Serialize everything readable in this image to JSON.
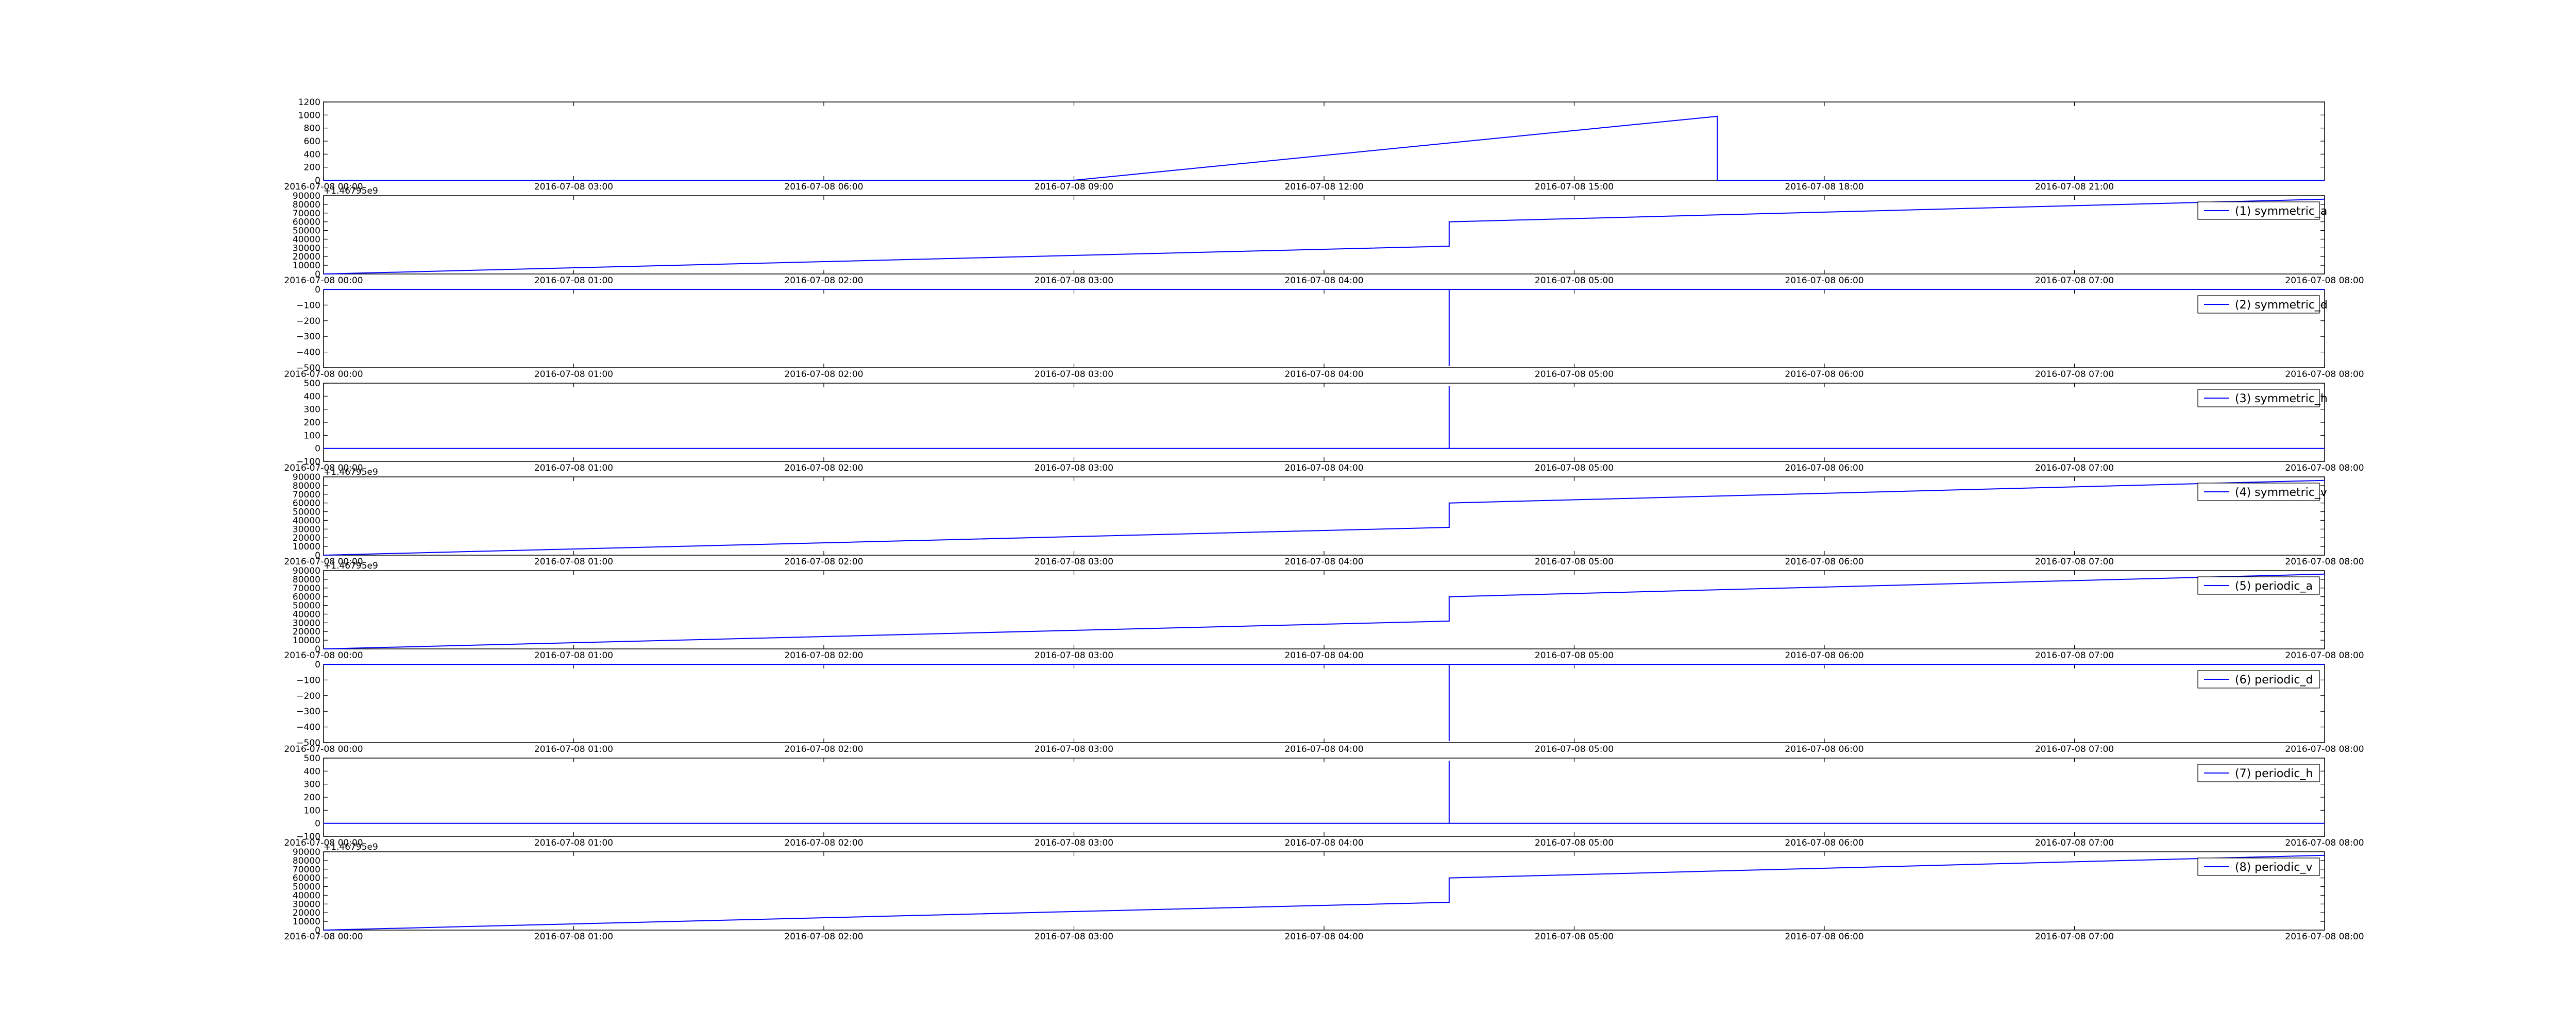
{
  "figure": {
    "background": "#ffffff",
    "line_color": "#0000ff",
    "axes_count": 9
  },
  "chart_data": [
    {
      "type": "line",
      "xlim": [
        "2016-07-08 00:00",
        "2016-07-09 00:00"
      ],
      "xticks": [
        "2016-07-08 00:00",
        "2016-07-08 03:00",
        "2016-07-08 06:00",
        "2016-07-08 09:00",
        "2016-07-08 12:00",
        "2016-07-08 15:00",
        "2016-07-08 18:00",
        "2016-07-08 21:00"
      ],
      "ylim": [
        0,
        1200
      ],
      "yticks": [
        "0",
        "200",
        "400",
        "600",
        "800",
        "1000",
        "1200"
      ],
      "grid": false,
      "series": [
        {
          "x": [
            "2016-07-08 00:00",
            "2016-07-08 09:00",
            "2016-07-08 16:43",
            "2016-07-08 16:43",
            "2016-07-09 00:00"
          ],
          "values": [
            0,
            0,
            980,
            0,
            0
          ]
        }
      ]
    },
    {
      "type": "line",
      "xlim": [
        "2016-07-08 00:00",
        "2016-07-08 08:00"
      ],
      "xticks": [
        "2016-07-08 00:00",
        "2016-07-08 01:00",
        "2016-07-08 02:00",
        "2016-07-08 03:00",
        "2016-07-08 04:00",
        "2016-07-08 05:00",
        "2016-07-08 06:00",
        "2016-07-08 07:00",
        "2016-07-08 08:00"
      ],
      "ylim": [
        0,
        90000
      ],
      "yticks": [
        "0",
        "10000",
        "20000",
        "30000",
        "40000",
        "50000",
        "60000",
        "70000",
        "80000",
        "90000"
      ],
      "offset_text": "+1.46795e9",
      "legend": "top-right",
      "grid": false,
      "series": [
        {
          "name": "(1) symmetric_a",
          "x": [
            "2016-07-08 00:00",
            "2016-07-08 04:30",
            "2016-07-08 04:30",
            "2016-07-08 08:00"
          ],
          "values": [
            0,
            32000,
            60000,
            86000
          ]
        }
      ]
    },
    {
      "type": "line",
      "xlim": [
        "2016-07-08 00:00",
        "2016-07-08 08:00"
      ],
      "xticks": [
        "2016-07-08 00:00",
        "2016-07-08 01:00",
        "2016-07-08 02:00",
        "2016-07-08 03:00",
        "2016-07-08 04:00",
        "2016-07-08 05:00",
        "2016-07-08 06:00",
        "2016-07-08 07:00",
        "2016-07-08 08:00"
      ],
      "ylim": [
        -500,
        0
      ],
      "yticks": [
        "−500",
        "−400",
        "−300",
        "−200",
        "−100",
        "0"
      ],
      "legend": "top-right",
      "grid": false,
      "series": [
        {
          "name": "(2) symmetric_d",
          "x": [
            "2016-07-08 00:00",
            "2016-07-08 04:30",
            "2016-07-08 04:30",
            "2016-07-08 04:30",
            "2016-07-08 08:00"
          ],
          "values": [
            0,
            0,
            -490,
            0,
            0
          ]
        }
      ]
    },
    {
      "type": "line",
      "xlim": [
        "2016-07-08 00:00",
        "2016-07-08 08:00"
      ],
      "xticks": [
        "2016-07-08 00:00",
        "2016-07-08 01:00",
        "2016-07-08 02:00",
        "2016-07-08 03:00",
        "2016-07-08 04:00",
        "2016-07-08 05:00",
        "2016-07-08 06:00",
        "2016-07-08 07:00",
        "2016-07-08 08:00"
      ],
      "ylim": [
        -100,
        500
      ],
      "yticks": [
        "−100",
        "0",
        "100",
        "200",
        "300",
        "400",
        "500"
      ],
      "legend": "top-right",
      "grid": false,
      "series": [
        {
          "name": "(3) symmetric_h",
          "x": [
            "2016-07-08 00:00",
            "2016-07-08 04:30",
            "2016-07-08 04:30",
            "2016-07-08 04:30",
            "2016-07-08 08:00"
          ],
          "values": [
            0,
            0,
            480,
            0,
            0
          ]
        }
      ]
    },
    {
      "type": "line",
      "xlim": [
        "2016-07-08 00:00",
        "2016-07-08 08:00"
      ],
      "xticks": [
        "2016-07-08 00:00",
        "2016-07-08 01:00",
        "2016-07-08 02:00",
        "2016-07-08 03:00",
        "2016-07-08 04:00",
        "2016-07-08 05:00",
        "2016-07-08 06:00",
        "2016-07-08 07:00",
        "2016-07-08 08:00"
      ],
      "ylim": [
        0,
        90000
      ],
      "yticks": [
        "0",
        "10000",
        "20000",
        "30000",
        "40000",
        "50000",
        "60000",
        "70000",
        "80000",
        "90000"
      ],
      "offset_text": "+1.46795e9",
      "legend": "top-right",
      "grid": false,
      "series": [
        {
          "name": "(4) symmetric_v",
          "x": [
            "2016-07-08 00:00",
            "2016-07-08 04:30",
            "2016-07-08 04:30",
            "2016-07-08 08:00"
          ],
          "values": [
            0,
            32000,
            60000,
            86000
          ]
        }
      ]
    },
    {
      "type": "line",
      "xlim": [
        "2016-07-08 00:00",
        "2016-07-08 08:00"
      ],
      "xticks": [
        "2016-07-08 00:00",
        "2016-07-08 01:00",
        "2016-07-08 02:00",
        "2016-07-08 03:00",
        "2016-07-08 04:00",
        "2016-07-08 05:00",
        "2016-07-08 06:00",
        "2016-07-08 07:00",
        "2016-07-08 08:00"
      ],
      "ylim": [
        0,
        90000
      ],
      "yticks": [
        "0",
        "10000",
        "20000",
        "30000",
        "40000",
        "50000",
        "60000",
        "70000",
        "80000",
        "90000"
      ],
      "offset_text": "+1.46795e9",
      "legend": "top-right",
      "grid": false,
      "series": [
        {
          "name": "(5) periodic_a",
          "x": [
            "2016-07-08 00:00",
            "2016-07-08 04:30",
            "2016-07-08 04:30",
            "2016-07-08 08:00"
          ],
          "values": [
            0,
            32000,
            60000,
            86000
          ]
        }
      ]
    },
    {
      "type": "line",
      "xlim": [
        "2016-07-08 00:00",
        "2016-07-08 08:00"
      ],
      "xticks": [
        "2016-07-08 00:00",
        "2016-07-08 01:00",
        "2016-07-08 02:00",
        "2016-07-08 03:00",
        "2016-07-08 04:00",
        "2016-07-08 05:00",
        "2016-07-08 06:00",
        "2016-07-08 07:00",
        "2016-07-08 08:00"
      ],
      "ylim": [
        -500,
        0
      ],
      "yticks": [
        "−500",
        "−400",
        "−300",
        "−200",
        "−100",
        "0"
      ],
      "legend": "top-right",
      "grid": false,
      "series": [
        {
          "name": "(6) periodic_d",
          "x": [
            "2016-07-08 00:00",
            "2016-07-08 04:30",
            "2016-07-08 04:30",
            "2016-07-08 04:30",
            "2016-07-08 08:00"
          ],
          "values": [
            0,
            0,
            -490,
            0,
            0
          ]
        }
      ]
    },
    {
      "type": "line",
      "xlim": [
        "2016-07-08 00:00",
        "2016-07-08 08:00"
      ],
      "xticks": [
        "2016-07-08 00:00",
        "2016-07-08 01:00",
        "2016-07-08 02:00",
        "2016-07-08 03:00",
        "2016-07-08 04:00",
        "2016-07-08 05:00",
        "2016-07-08 06:00",
        "2016-07-08 07:00",
        "2016-07-08 08:00"
      ],
      "ylim": [
        -100,
        500
      ],
      "yticks": [
        "−100",
        "0",
        "100",
        "200",
        "300",
        "400",
        "500"
      ],
      "legend": "top-right",
      "grid": false,
      "series": [
        {
          "name": "(7) periodic_h",
          "x": [
            "2016-07-08 00:00",
            "2016-07-08 04:30",
            "2016-07-08 04:30",
            "2016-07-08 04:30",
            "2016-07-08 08:00"
          ],
          "values": [
            0,
            0,
            480,
            0,
            0
          ]
        }
      ]
    },
    {
      "type": "line",
      "xlim": [
        "2016-07-08 00:00",
        "2016-07-08 08:00"
      ],
      "xticks": [
        "2016-07-08 00:00",
        "2016-07-08 01:00",
        "2016-07-08 02:00",
        "2016-07-08 03:00",
        "2016-07-08 04:00",
        "2016-07-08 05:00",
        "2016-07-08 06:00",
        "2016-07-08 07:00",
        "2016-07-08 08:00"
      ],
      "ylim": [
        0,
        90000
      ],
      "yticks": [
        "0",
        "10000",
        "20000",
        "30000",
        "40000",
        "50000",
        "60000",
        "70000",
        "80000",
        "90000"
      ],
      "offset_text": "+1.46795e9",
      "legend": "top-right",
      "grid": false,
      "series": [
        {
          "name": "(8) periodic_v",
          "x": [
            "2016-07-08 00:00",
            "2016-07-08 04:30",
            "2016-07-08 04:30",
            "2016-07-08 08:00"
          ],
          "values": [
            0,
            32000,
            60000,
            86000
          ]
        }
      ]
    }
  ]
}
